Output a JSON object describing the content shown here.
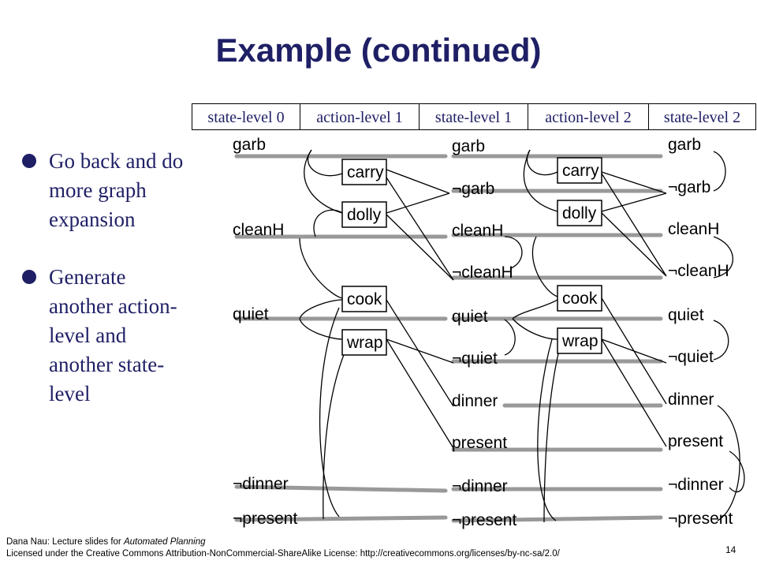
{
  "title": "Example (continued)",
  "headers": [
    "state-level 0",
    "action-level 1",
    "state-level 1",
    "action-level 2",
    "state-level 2"
  ],
  "bullets": [
    "Go back and do more graph expansion",
    "Generate another action-level and another state-level"
  ],
  "state_level_0": [
    "garb",
    "cleanH",
    "quiet",
    "¬dinner",
    "¬present"
  ],
  "action_level_1": [
    "carry",
    "dolly",
    "cook",
    "wrap"
  ],
  "state_level_1": [
    "garb",
    "¬garb",
    "cleanH",
    "¬cleanH",
    "quiet",
    "¬quiet",
    "dinner",
    "present",
    "¬dinner",
    "¬present"
  ],
  "action_level_2": [
    "carry",
    "dolly",
    "cook",
    "wrap"
  ],
  "state_level_2": [
    "garb",
    "¬garb",
    "cleanH",
    "¬cleanH",
    "quiet",
    "¬quiet",
    "dinner",
    "present",
    "¬dinner",
    "¬present"
  ],
  "footer": {
    "line1_prefix": "Dana Nau: Lecture slides for ",
    "line1_book": "Automated Planning",
    "line2": "Licensed under the Creative Commons Attribution-NonCommercial-ShareAlike License: http://creativecommons.org/licenses/by-nc-sa/2.0/"
  },
  "page_number": "14"
}
